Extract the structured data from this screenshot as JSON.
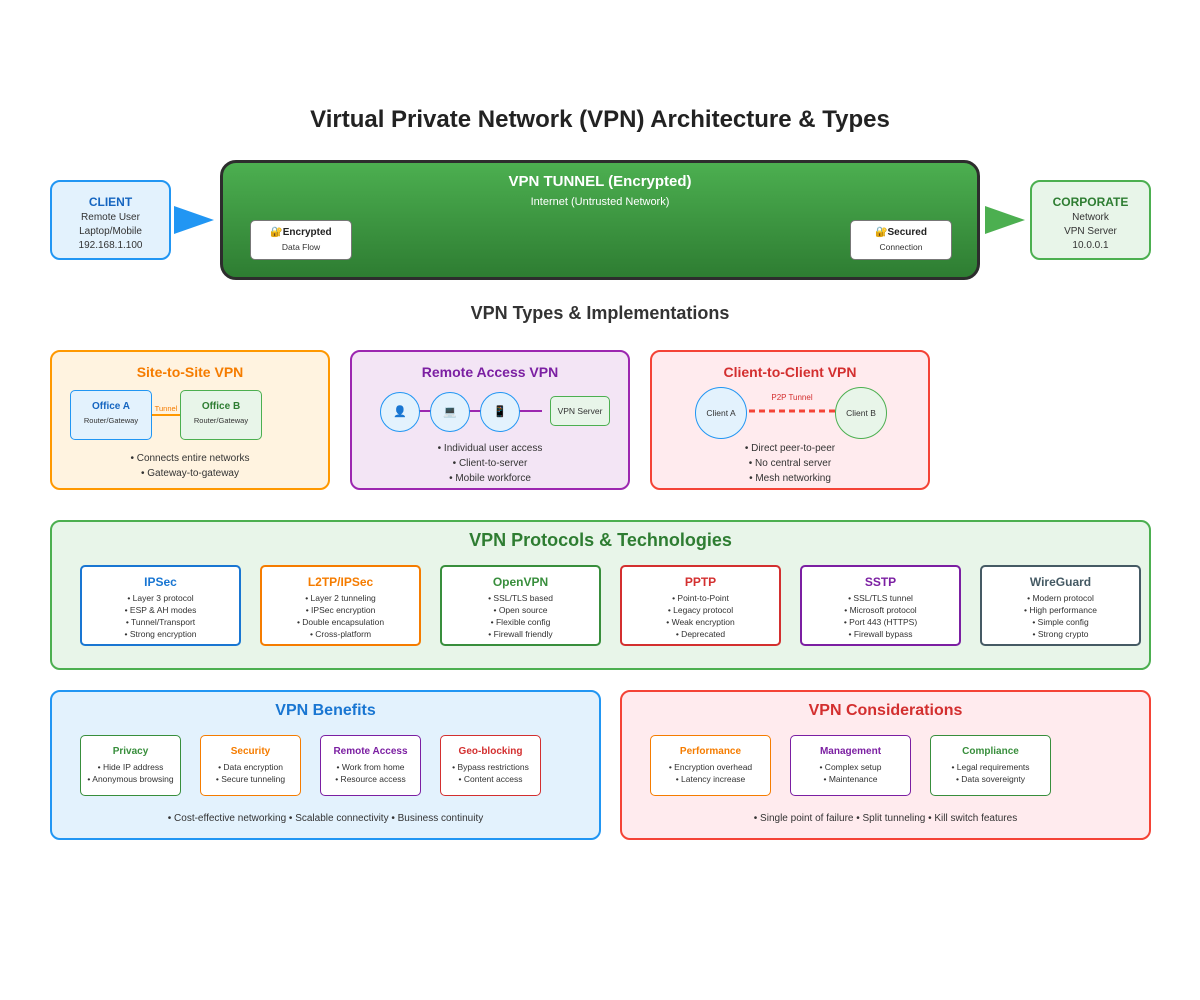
{
  "title": "Virtual Private Network (VPN) Architecture & Types",
  "client": {
    "label": "CLIENT",
    "lines": [
      "Remote User",
      "Laptop/Mobile",
      "192.168.1.100"
    ]
  },
  "corporate": {
    "label": "CORPORATE",
    "lines": [
      "Network",
      "VPN Server",
      "10.0.0.1"
    ]
  },
  "tunnel": {
    "title": "VPN TUNNEL (Encrypted)",
    "subtitle": "Internet (Untrusted Network)",
    "left_card": {
      "icon": "🔐",
      "title": "Encrypted",
      "sub": "Data Flow"
    },
    "right_card": {
      "icon": "🔐",
      "title": "Secured",
      "sub": "Connection"
    }
  },
  "types_heading": "VPN Types & Implementations",
  "site_to_site": {
    "title": "Site-to-Site VPN",
    "office_a": {
      "name": "Office A",
      "sub": "Router/Gateway"
    },
    "office_b": {
      "name": "Office B",
      "sub": "Router/Gateway"
    },
    "tunnel_label": "Tunnel",
    "bullets": [
      "• Connects entire networks",
      "• Gateway-to-gateway"
    ]
  },
  "remote_access": {
    "title": "Remote Access VPN",
    "icons": [
      "👤",
      "💻",
      "📱"
    ],
    "server": "VPN Server",
    "bullets": [
      "• Individual user access",
      "• Client-to-server",
      "• Mobile workforce"
    ]
  },
  "client_to_client": {
    "title": "Client-to-Client VPN",
    "client_a": "Client A",
    "client_b": "Client B",
    "link_label": "P2P Tunnel",
    "bullets": [
      "• Direct peer-to-peer",
      "• No central server",
      "• Mesh networking"
    ]
  },
  "protocols": {
    "title": "VPN Protocols & Technologies",
    "items": [
      {
        "name": "IPSec",
        "color": "#1976d2",
        "lines": [
          "• Layer 3 protocol",
          "• ESP & AH modes",
          "• Tunnel/Transport",
          "• Strong encryption"
        ]
      },
      {
        "name": "L2TP/IPSec",
        "color": "#f57c00",
        "lines": [
          "• Layer 2 tunneling",
          "• IPSec encryption",
          "• Double encapsulation",
          "• Cross-platform"
        ]
      },
      {
        "name": "OpenVPN",
        "color": "#388e3c",
        "lines": [
          "• SSL/TLS based",
          "• Open source",
          "• Flexible config",
          "• Firewall friendly"
        ]
      },
      {
        "name": "PPTP",
        "color": "#d32f2f",
        "lines": [
          "• Point-to-Point",
          "• Legacy protocol",
          "• Weak encryption",
          "• Deprecated"
        ]
      },
      {
        "name": "SSTP",
        "color": "#7b1fa2",
        "lines": [
          "• SSL/TLS tunnel",
          "• Microsoft protocol",
          "• Port 443 (HTTPS)",
          "• Firewall bypass"
        ]
      },
      {
        "name": "WireGuard",
        "color": "#455a64",
        "lines": [
          "• Modern protocol",
          "• High performance",
          "• Simple config",
          "• Strong crypto"
        ]
      }
    ]
  },
  "benefits": {
    "title": "VPN Benefits",
    "items": [
      {
        "name": "Privacy",
        "color": "#388e3c",
        "lines": [
          "• Hide IP address",
          "• Anonymous browsing"
        ]
      },
      {
        "name": "Security",
        "color": "#f57c00",
        "lines": [
          "• Data encryption",
          "• Secure tunneling"
        ]
      },
      {
        "name": "Remote Access",
        "color": "#7b1fa2",
        "lines": [
          "• Work from home",
          "• Resource access"
        ]
      },
      {
        "name": "Geo-blocking",
        "color": "#d32f2f",
        "lines": [
          "• Bypass restrictions",
          "• Content access"
        ]
      }
    ],
    "footer": "• Cost-effective networking • Scalable connectivity • Business continuity"
  },
  "considerations": {
    "title": "VPN Considerations",
    "items": [
      {
        "name": "Performance",
        "color": "#f57c00",
        "lines": [
          "• Encryption overhead",
          "• Latency increase"
        ]
      },
      {
        "name": "Management",
        "color": "#7b1fa2",
        "lines": [
          "• Complex setup",
          "• Maintenance"
        ]
      },
      {
        "name": "Compliance",
        "color": "#388e3c",
        "lines": [
          "• Legal requirements",
          "• Data sovereignty"
        ]
      }
    ],
    "footer": "• Single point of failure • Split tunneling • Kill switch features"
  }
}
